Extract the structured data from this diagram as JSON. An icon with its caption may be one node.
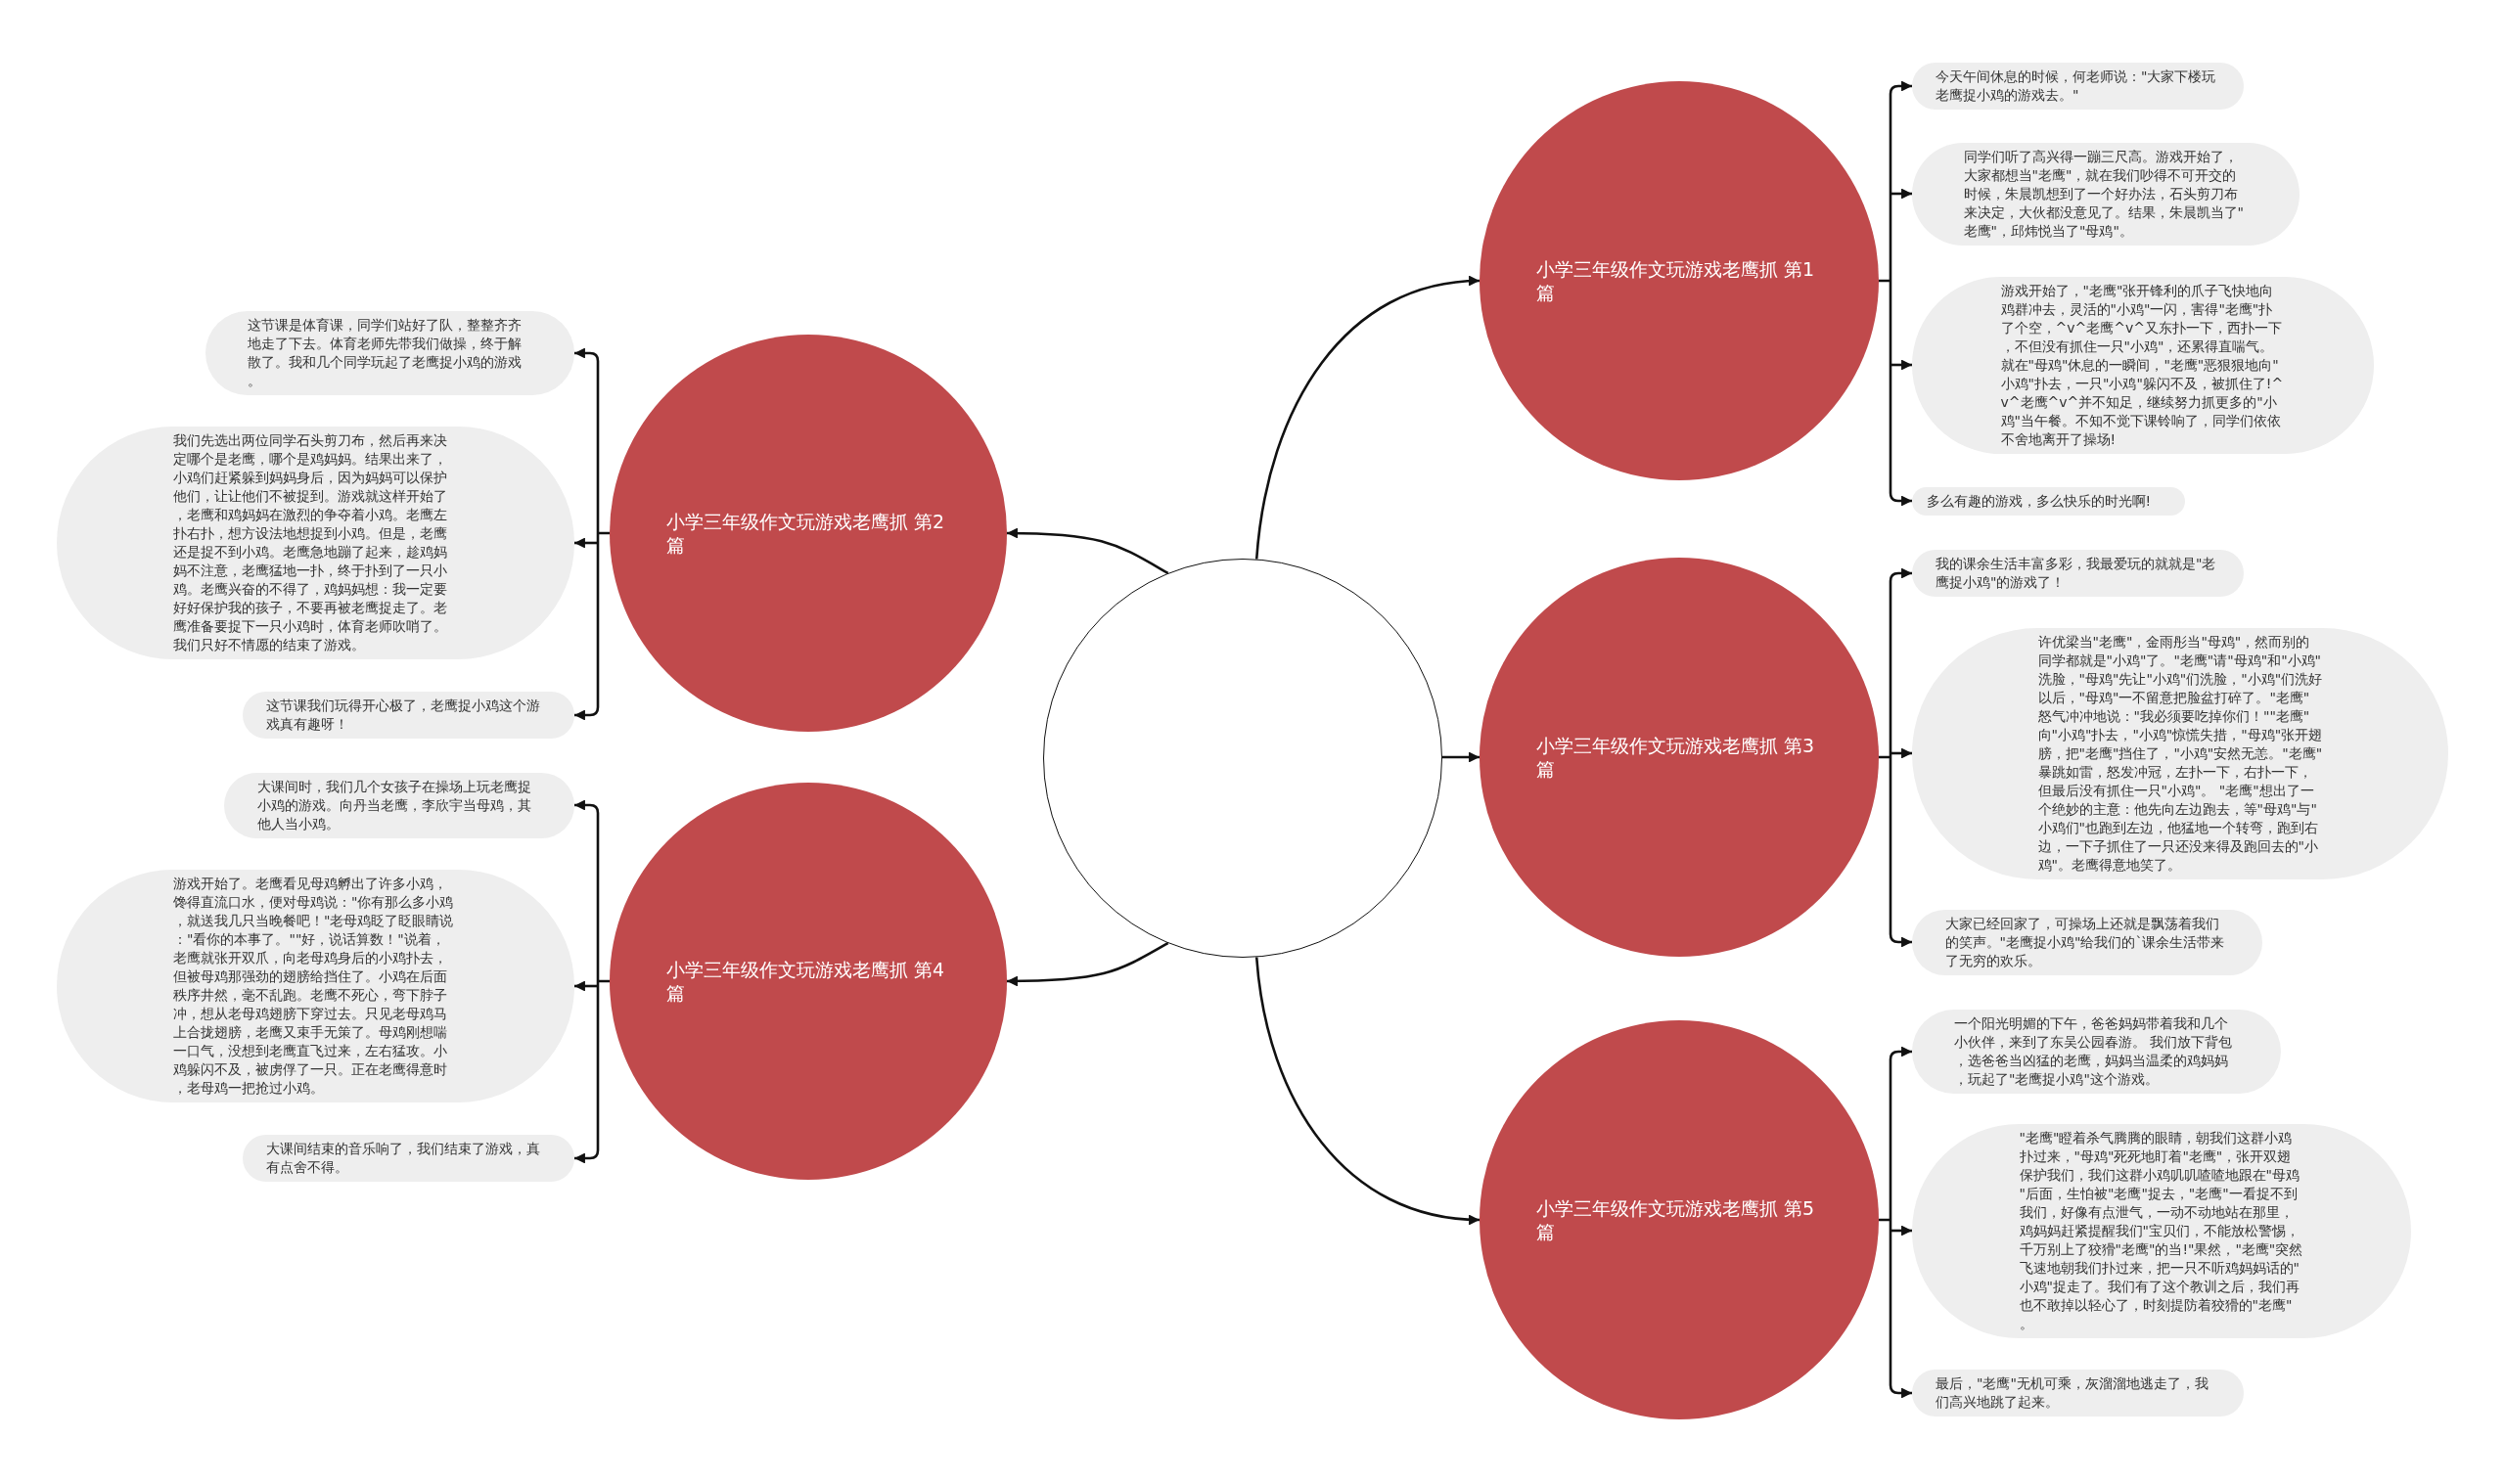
{
  "diagram": {
    "nodes": [
      {
        "text": [],
        "shape": "circle"
      },
      {
        "text": [
          "小学三年级作文玩游戏老鹰抓 第1篇"
        ]
      },
      {
        "text": [
          "今天午间休息的时候，何老师说：\"大家下楼玩老鹰捉小鸡的游戏去。\""
        ]
      },
      {
        "text": [
          "同学们听了高兴得一蹦三尺高。游戏开始了，大家都想当\"老鹰\"，就在我们吵得不可开交的时候，朱晨凯想到了一个好办法，石头剪刀布来决定，大伙都没意见了。结果，朱晨凯当了\"老鹰\"，邱炜悦当了\"母鸡\"。"
        ]
      },
      {
        "text": [
          "游戏开始了，\"老鹰\"张开锋利的爪子飞快地向鸡群冲去，灵活的\"小鸡\"一闪，害得\"老鹰\"扑了个空，^v^老鹰^v^又东扑一下，西扑一下，不但没有抓住一只\"小鸡\"，还累得直喘气。就在\"母鸡\"休息的一瞬间，\"老鹰\"恶狠狠地向\"小鸡\"扑去，一只\"小鸡\"躲闪不及，被抓住了!^v^老鹰^v^并不知足，继续努力抓更多的\"小鸡\"当午餐。不知不觉下课铃响了，同学们依依不舍地离开了操场!"
        ]
      },
      {
        "text": [
          "多么有趣的游戏，多么快乐的时光啊!"
        ]
      },
      {
        "text": [
          "小学三年级作文玩游戏老鹰抓 第2篇"
        ]
      },
      {
        "text": [
          "这节课是体育课，同学们站好了队，整整齐齐地走了下去。体育老师先带我们做操，终于解散了。我和几个同学玩起了老鹰捉小鸡的游戏。"
        ]
      },
      {
        "text": [
          "我们先选出两位同学石头剪刀布，然后再来决定哪个是老鹰，哪个是鸡妈妈。结果出来了，小鸡们赶紧躲到妈妈身后，因为妈妈可以保护他们，让让他们不被捉到。游戏就这样开始了，老鹰和鸡妈妈在激烈的争夺着小鸡。老鹰左扑右扑，想方设法地想捉到小鸡。但是，老鹰还是捉不到小鸡。老鹰急地蹦了起来，趁鸡妈妈不注意，老鹰猛地一扑，终于扑到了一只小鸡。老鹰兴奋的不得了，鸡妈妈想：我一定要好好保护我的孩子，不要再被老鹰捉走了。老鹰准备要捉下一只小鸡时，体育老师吹哨了。我们只好不情愿的结束了游戏。"
        ]
      },
      {
        "text": [
          "这节课我们玩得开心极了，老鹰捉小鸡这个游戏真有趣呀！"
        ]
      },
      {
        "text": [
          "小学三年级作文玩游戏老鹰抓 第3篇"
        ]
      },
      {
        "text": [
          "我的课余生活丰富多彩，我最爱玩的就就是\"老鹰捉小鸡\"的游戏了！"
        ]
      },
      {
        "text": [
          "许优梁当\"老鹰\"，金雨彤当\"母鸡\"，然而别的同学都就是\"小鸡\"了。\"老鹰\"请\"母鸡\"和\"小鸡\"洗脸，\"母鸡\"先让\"小鸡\"们洗脸，\"小鸡\"们洗好以后，\"母鸡\"一不留意把脸盆打碎了。\"老鹰\"怒气冲冲地说：\"我必须要吃掉你们！\"\"老鹰\"向\"小鸡\"扑去，\"小鸡\"惊慌失措，\"母鸡\"张开翅膀，把\"老鹰\"挡住了，\"小鸡\"安然无恙。\"老鹰\"暴跳如雷，怒发冲冠，左扑一下，右扑一下，但最后没有抓住一只\"小鸡\"。 \"老鹰\"想出了一个绝妙的主意：他先向左边跑去，等\"母鸡\"与\"小鸡们\"也跑到左边，他猛地一个转弯，跑到右边，一下子抓住了一只还没来得及跑回去的\"小鸡\"。老鹰得意地笑了。"
        ]
      },
      {
        "text": [
          "大家已经回家了，可操场上还就是飘荡着我们的笑声。\"老鹰捉小鸡\"给我们的`课余生活带来了无穷的欢乐。"
        ]
      },
      {
        "text": [
          "小学三年级作文玩游戏老鹰抓 第4篇"
        ]
      },
      {
        "text": [
          "大课间时，我们几个女孩子在操场上玩老鹰捉小鸡的游戏。向丹当老鹰，李欣宇当母鸡，其他人当小鸡。"
        ]
      },
      {
        "text": [
          "游戏开始了。老鹰看见母鸡孵出了许多小鸡，馋得直流口水，便对母鸡说：\"你有那么多小鸡，就送我几只当晚餐吧！\"老母鸡眨了眨眼睛说：\"看你的本事了。\"\"好，说话算数！\"说着，老鹰就张开双爪，向老母鸡身后的小鸡扑去，但被母鸡那强劲的翅膀给挡住了。小鸡在后面秩序井然，毫不乱跑。老鹰不死心，弯下脖子冲，想从老母鸡翅膀下穿过去。只见老母鸡马上合拢翅膀，老鹰又束手无策了。母鸡刚想喘一口气，没想到老鹰直飞过来，左右猛攻。小鸡躲闪不及，被虏俘了一只。正在老鹰得意时，老母鸡一把抢过小鸡。"
        ]
      },
      {
        "text": [
          "大课间结束的音乐响了，我们结束了游戏，真有点舍不得。"
        ]
      },
      {
        "text": [
          "小学三年级作文玩游戏老鹰抓 第5篇"
        ]
      },
      {
        "text": [
          "一个阳光明媚的下午，爸爸妈妈带着我和几个小伙伴，来到了东吴公园春游。 我们放下背包，选爸爸当凶猛的老鹰，妈妈当温柔的鸡妈妈，玩起了\"老鹰捉小鸡\"这个游戏。"
        ]
      },
      {
        "text": [
          "\"老鹰\"瞪着杀气腾腾的眼睛，朝我们这群小鸡扑过来，\"母鸡\"死死地盯着\"老鹰\"，张开双翅保护我们，我们这群小鸡叽叽喳喳地跟在\"母鸡\"后面，生怕被\"老鹰\"捉去，\"老鹰\"一看捉不到我们，好像有点泄气，一动不动地站在那里，鸡妈妈赶紧提醒我们\"宝贝们，不能放松警惕，千万别上了狡猾\"老鹰\"的当!\"果然，\"老鹰\"突然飞速地朝我们扑过来，把一只不听鸡妈妈话的\"小鸡\"捉走了。我们有了这个教训之后，我们再也不敢掉以轻心了，时刻提防着狡猾的\"老鹰\"。"
        ]
      },
      {
        "text": [
          "最后，\"老鹰\"无机可乘，灰溜溜地逃走了，我们高兴地跳了起来。"
        ]
      }
    ],
    "edges": [
      {
        "from": 0,
        "to": 1,
        "arrow": "to"
      },
      {
        "from": 0,
        "to": 6,
        "arrow": "to"
      },
      {
        "from": 0,
        "to": 10,
        "arrow": "to"
      },
      {
        "from": 0,
        "to": 14,
        "arrow": "to"
      },
      {
        "from": 0,
        "to": 18,
        "arrow": "to"
      },
      {
        "from": 1,
        "to": 2,
        "arrow": "to"
      },
      {
        "from": 1,
        "to": 3,
        "arrow": "to"
      },
      {
        "from": 1,
        "to": 4,
        "arrow": "to"
      },
      {
        "from": 1,
        "to": 5,
        "arrow": "to"
      },
      {
        "from": 6,
        "to": 7,
        "arrow": "to"
      },
      {
        "from": 6,
        "to": 8,
        "arrow": "to"
      },
      {
        "from": 6,
        "to": 9,
        "arrow": "to"
      },
      {
        "from": 10,
        "to": 11,
        "arrow": "to"
      },
      {
        "from": 10,
        "to": 12,
        "arrow": "to"
      },
      {
        "from": 10,
        "to": 13,
        "arrow": "to"
      },
      {
        "from": 14,
        "to": 15,
        "arrow": "to"
      },
      {
        "from": 14,
        "to": 16,
        "arrow": "to"
      },
      {
        "from": 14,
        "to": 17,
        "arrow": "to"
      },
      {
        "from": 18,
        "to": 19,
        "arrow": "to"
      },
      {
        "from": 18,
        "to": 20,
        "arrow": "to"
      },
      {
        "from": 18,
        "to": 21,
        "arrow": "to"
      }
    ]
  }
}
